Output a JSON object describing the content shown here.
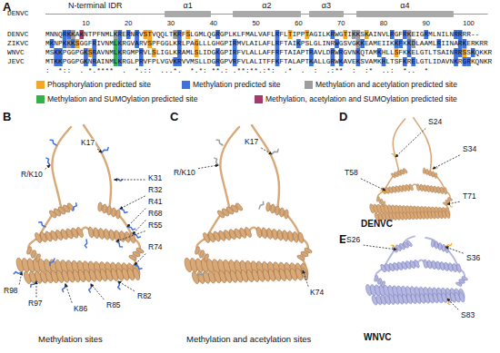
{
  "diagram": {
    "nodes": [
      {
        "text": [
          "α1"
        ]
      },
      {
        "text": [
          "α2"
        ]
      },
      {
        "text": [
          "α3"
        ]
      },
      {
        "text": [
          "α4"
        ]
      }
    ],
    "labels": [
      "A",
      "DENVC",
      "N-terminal IDR",
      "10",
      "20",
      "30",
      "40",
      "50",
      "60",
      "70",
      "80",
      "90",
      "100",
      "DENVC",
      "ZIKVC",
      "WNVC",
      "JEVC",
      "MNNQRKKAKNTPFNMLKRERNRVSTVQQLTKRFSLGMLQGRGPLKLFMALVAFLRFLTIPPTAGILKRWGTIKKSKAINVLRGFRKEIGRMLNILNRRRR--",
      "MKNPKKKSGGFRIVNMLKRGVARVSPFGGLKRLPAGLLLGHGPIRMVLAILAFLRFTAIKPSLGLINRWGSVGKKEAMEIIKKFKKDLAAMLRIINARKERKRR",
      "MSKKPGGPGKSRAVNMLKRGMPRVLSLIGLKRAMLSLIDGKGPIRFVLALLAFFRFTAIAPTRAVLDRWRGVNKQTAMKHLLSFKKELGTLTSAINRRSSKQKKR",
      "MTKKPGGPGKNRAINMLKRGLPRVFPLVGVKRVVMSLLDGRGPVRFVLALITFFKFTALAPTKALLGRWKAVEKSVAMKHLTSFKRELGTLIDAVNKRGRKQNKR",
      ":  *::  . *.****  .  *.::  ...*.  *.*: **.: .**:**.:*:  .*  .  :  .:**  :  :*  ..:  *..  *",
      "B",
      "C",
      "D",
      "E",
      "R/K10",
      "K17",
      "K31",
      "R32",
      "R41",
      "R68",
      "R55",
      "R74",
      "R82",
      "R85",
      "K86",
      "R97",
      "R98",
      "Methylation sites",
      "R/K10",
      "K17",
      "K74",
      "Methylation and acetylation sites",
      "S24",
      "S34",
      "T58",
      "T71",
      "DENVC",
      "S26",
      "S36",
      "S83",
      "WNVC"
    ],
    "legend": [
      {
        "text": "Phosphorylation predicted site",
        "color": "#f5a623"
      },
      {
        "text": "Methylation predicted site",
        "color": "#3f72dd"
      },
      {
        "text": "Methylation and acetylation predicted site",
        "color": "#9c9c9c"
      },
      {
        "text": "Methylation and SUMOylation predicted site",
        "color": "#33b24a"
      },
      {
        "text": "Methylation, acetylation and SUMOylation predicted site",
        "color": "#a43a6c"
      }
    ]
  }
}
